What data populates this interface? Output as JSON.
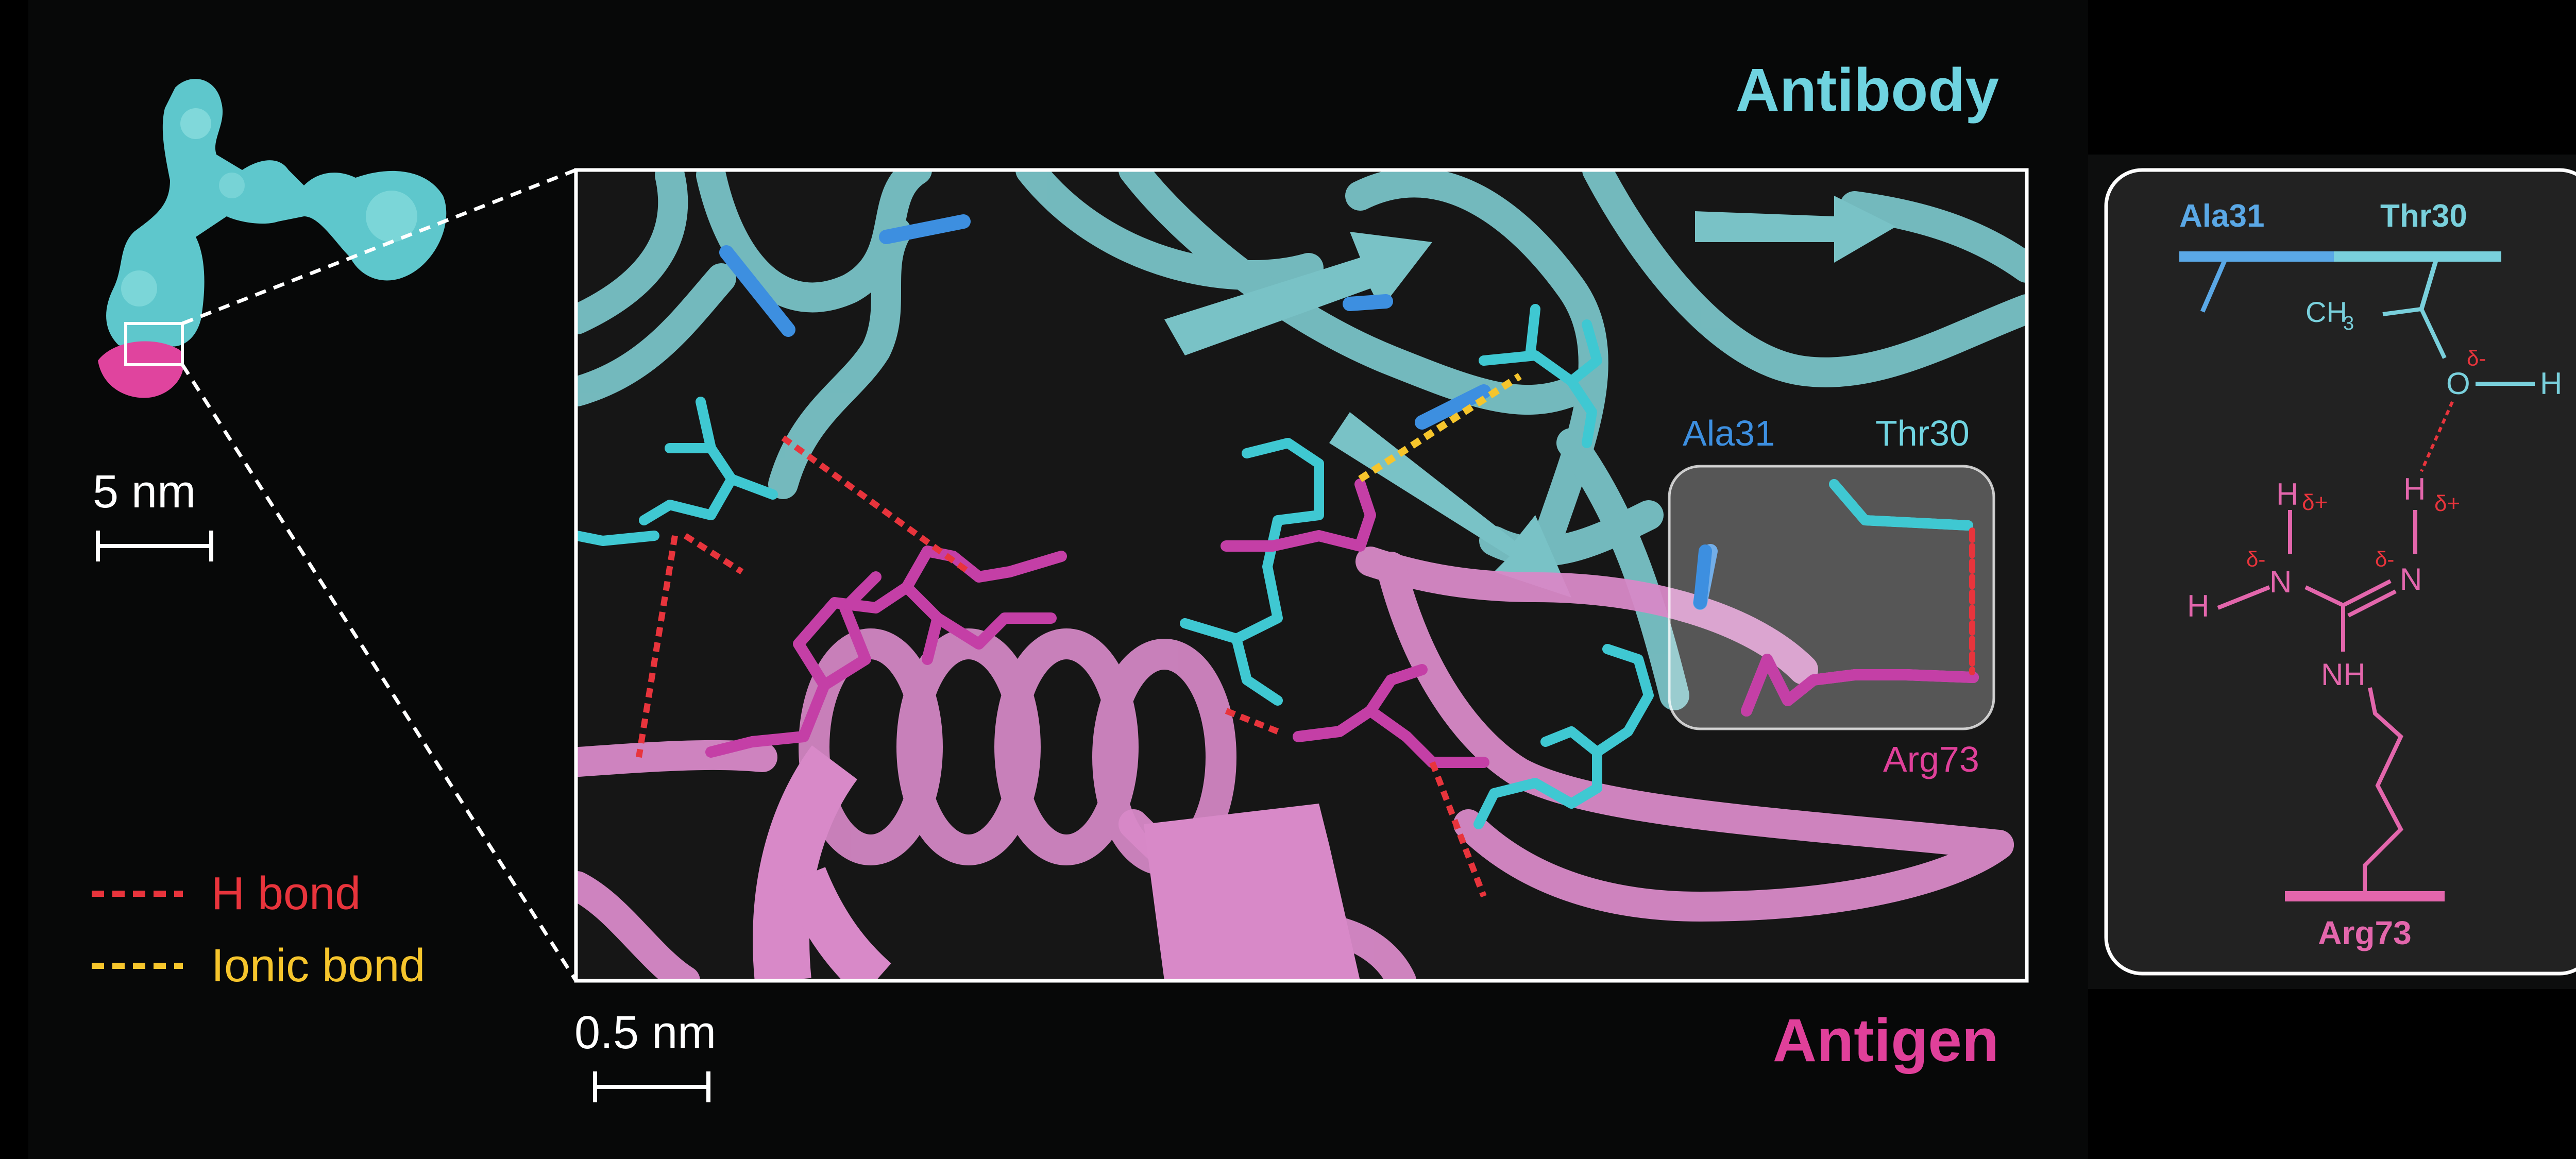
{
  "title_top": "Antibody",
  "title_bottom": "Antigen",
  "scale_overview": "5 nm",
  "scale_main": "0.5 nm",
  "legend": [
    {
      "label": "H bond",
      "color": "#e8343c"
    },
    {
      "label": "Ionic bond",
      "color": "#f6c52c"
    }
  ],
  "main_labels": {
    "ala31": "Ala31",
    "thr30": "Thr30",
    "arg73": "Arg73"
  },
  "schematic": {
    "ala31": "Ala31",
    "thr30": "Thr30",
    "arg73": "Arg73",
    "ch3": "CH",
    "ch3_sub": "3",
    "o": "O",
    "h": "H",
    "n": "N",
    "nh": "NH",
    "delta_minus": "δ-",
    "delta_plus": "δ+"
  },
  "colors": {
    "antibody": "#6fd3e0",
    "antigen": "#e0409a",
    "antigen_ribbon": "#d889c8",
    "antibody_ribbon": "#79c2c6",
    "ala_blue": "#3d8fe0",
    "hbond": "#e8343c",
    "ionic": "#f6c52c"
  }
}
